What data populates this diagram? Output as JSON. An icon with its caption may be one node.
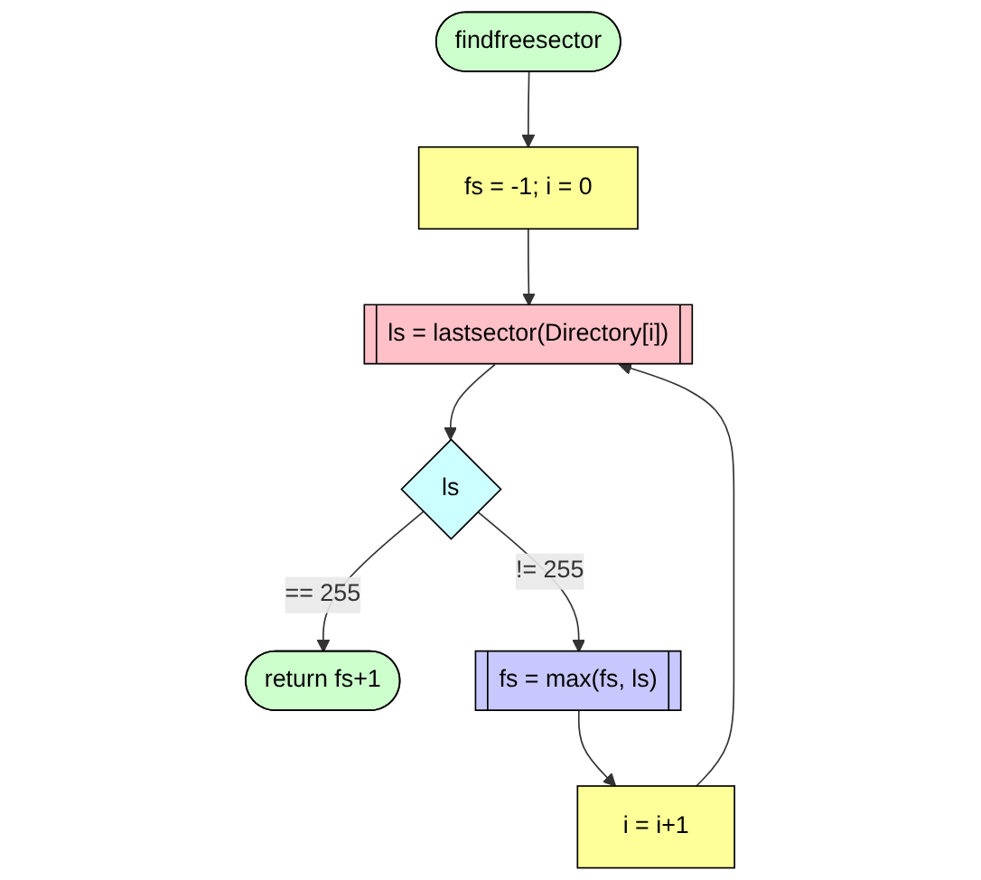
{
  "diagram": {
    "nodes": [
      {
        "text": [
          "findfreesector"
        ]
      },
      {
        "text": [
          "fs = -1; i = 0"
        ]
      },
      {
        "text": [
          "ls = lastsector(Directory[i])"
        ]
      },
      {
        "text": [
          "ls"
        ]
      },
      {
        "text": [
          "return fs+1"
        ]
      },
      {
        "text": [
          "fs = max(fs, ls)"
        ]
      },
      {
        "text": [
          "i = i+1"
        ]
      }
    ],
    "edges": [
      {
        "from": 0,
        "to": 1,
        "arrow": "to"
      },
      {
        "from": 1,
        "to": 2,
        "arrow": "to"
      },
      {
        "from": 2,
        "to": 3,
        "arrow": "to"
      },
      {
        "from": 3,
        "to": 4,
        "label": "== 255",
        "arrow": "to"
      },
      {
        "from": 3,
        "to": 5,
        "label": "!= 255",
        "arrow": "to"
      },
      {
        "from": 5,
        "to": 6,
        "arrow": "to"
      },
      {
        "from": 6,
        "to": 2,
        "arrow": "to"
      }
    ]
  }
}
